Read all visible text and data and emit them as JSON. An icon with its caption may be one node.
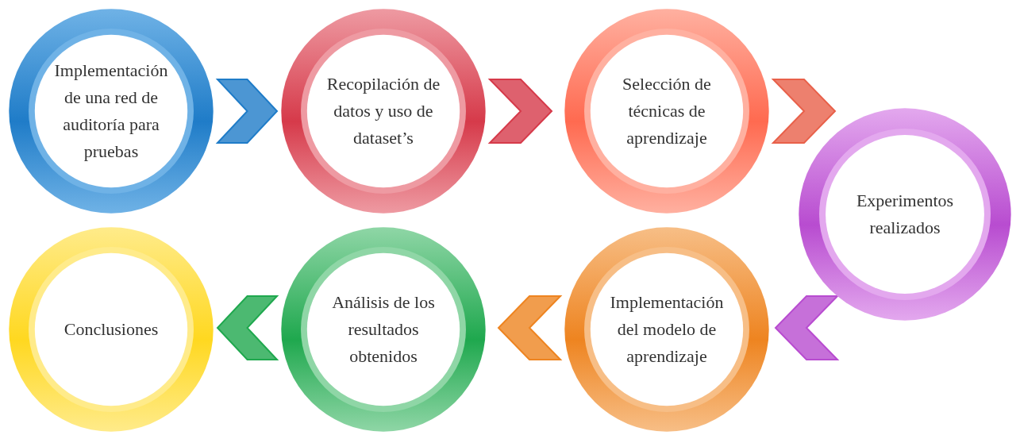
{
  "diagram": {
    "nodes": [
      {
        "text": [
          "Implementación de una red de auditoría para pruebas"
        ]
      },
      {
        "text": [
          "Recopilación de datos y uso de dataset’s"
        ]
      },
      {
        "text": [
          "Selección de técnicas de aprendizaje"
        ]
      },
      {
        "text": [
          "Experimentos realizados"
        ]
      },
      {
        "text": [
          "Implementación del modelo de aprendizaje"
        ]
      },
      {
        "text": [
          "Análisis de los resultados obtenidos"
        ]
      },
      {
        "text": [
          "Conclusiones"
        ]
      }
    ],
    "edges": [
      {
        "from": 0,
        "to": 1,
        "arrow": "to",
        "color": "#1f7cc8"
      },
      {
        "from": 1,
        "to": 2,
        "arrow": "to",
        "color": "#d63a4a"
      },
      {
        "from": 2,
        "to": 3,
        "arrow": "to",
        "color": "#e8604a"
      },
      {
        "from": 3,
        "to": 4,
        "arrow": "to",
        "color": "#b84cd0"
      },
      {
        "from": 4,
        "to": 5,
        "arrow": "to",
        "color": "#ee8420"
      },
      {
        "from": 5,
        "to": 6,
        "arrow": "to",
        "color": "#1fa84e"
      }
    ]
  }
}
